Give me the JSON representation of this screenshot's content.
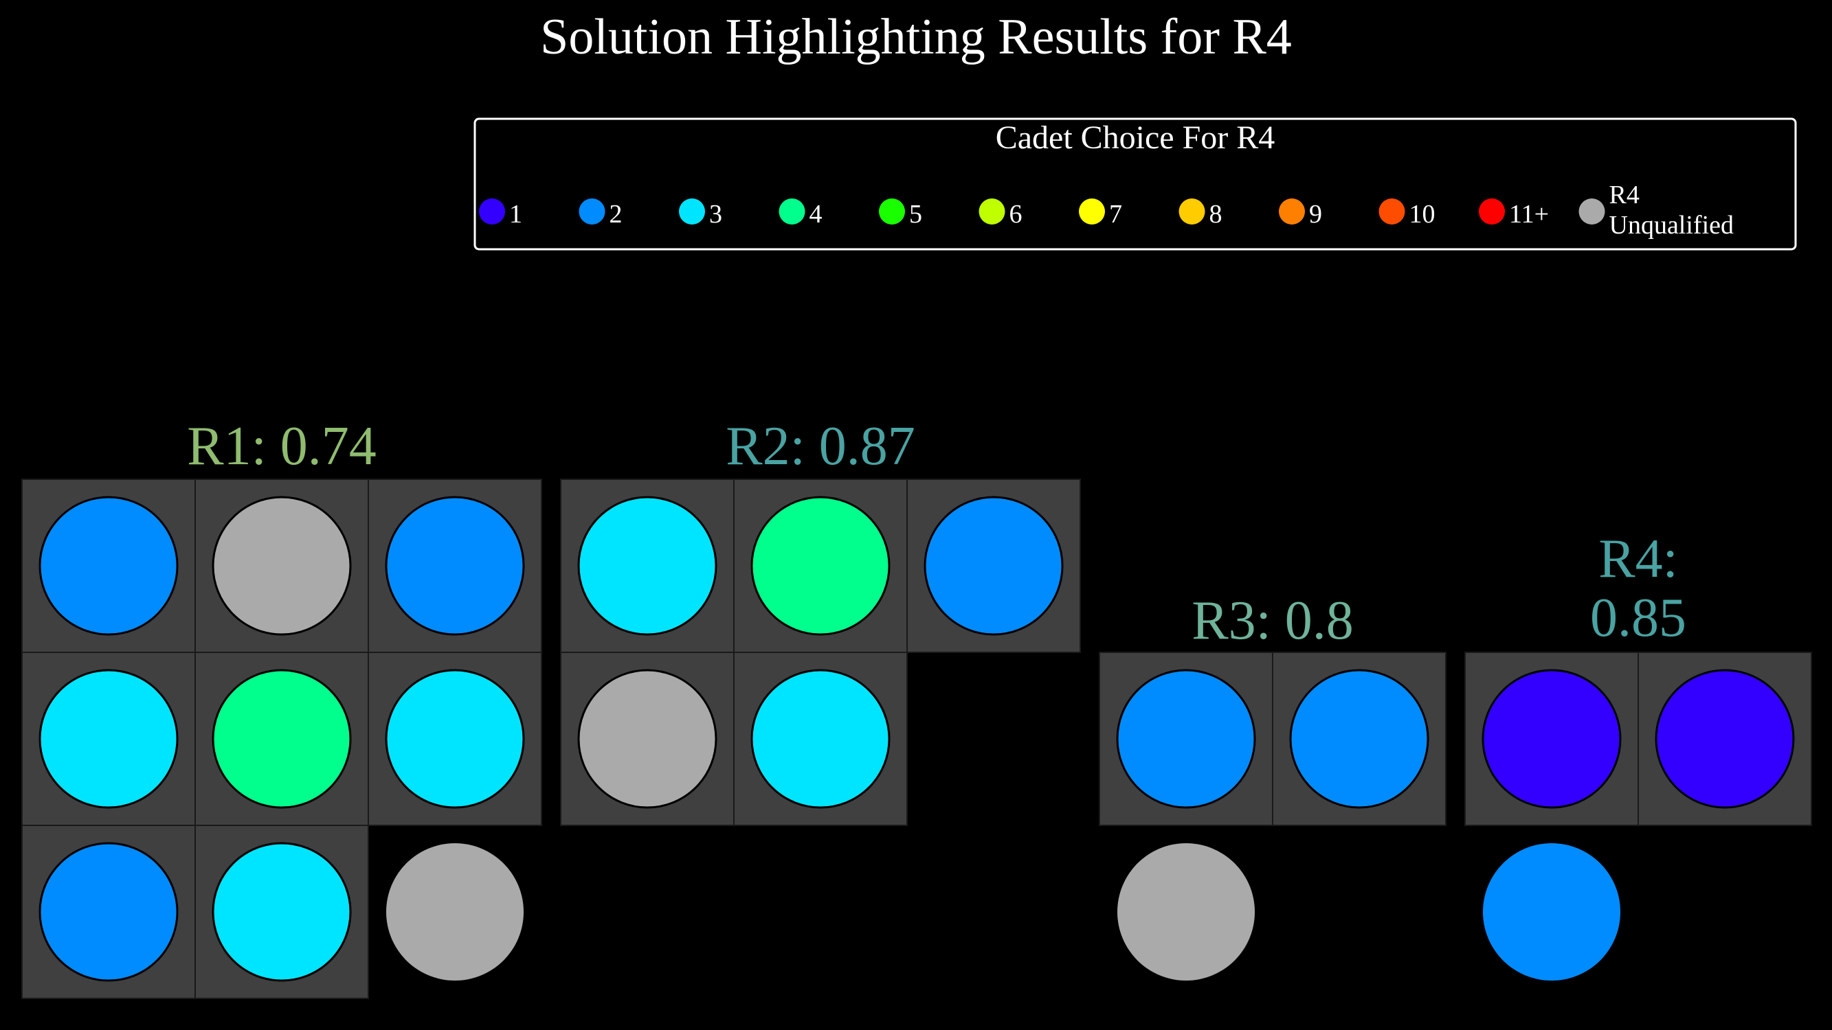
{
  "title": "Solution Highlighting Results for R4",
  "legend": {
    "title": "Cadet Choice For R4",
    "items": [
      {
        "label": "1",
        "color": "#3300ff"
      },
      {
        "label": "2",
        "color": "#008cff"
      },
      {
        "label": "3",
        "color": "#00e5ff"
      },
      {
        "label": "4",
        "color": "#00ff8c"
      },
      {
        "label": "5",
        "color": "#19ff00"
      },
      {
        "label": "6",
        "color": "#bfff00"
      },
      {
        "label": "7",
        "color": "#ffff00"
      },
      {
        "label": "8",
        "color": "#ffcc00"
      },
      {
        "label": "9",
        "color": "#ff8000"
      },
      {
        "label": "10",
        "color": "#ff4d00"
      },
      {
        "label": "11+",
        "color": "#ff0000"
      },
      {
        "label": "R4\nUnqualified",
        "color": "#aaaaaa"
      }
    ]
  },
  "chart_data": {
    "type": "other",
    "groups": [
      {
        "label": "R1: 0.74",
        "label_color": "#8fbc6f",
        "cadets": [
          "2",
          "R4 Unqualified",
          "2",
          "3",
          "4",
          "3",
          "2",
          "3",
          "R4 Unqualified"
        ],
        "box_count": 8
      },
      {
        "label": "R2: 0.87",
        "label_color": "#4aa3a3",
        "cadets": [
          "3",
          "4",
          "2",
          "R4 Unqualified",
          "3"
        ],
        "box_count": 5
      },
      {
        "label": "R3: 0.8",
        "label_color": "#6fb39a",
        "cadets": [
          "2",
          "2",
          "R4 Unqualified"
        ],
        "box_count": 2
      },
      {
        "label": "R4:\n0.85",
        "label_color": "#4aa3a3",
        "cadets": [
          "1",
          "1",
          "2"
        ],
        "box_count": 2
      }
    ]
  }
}
